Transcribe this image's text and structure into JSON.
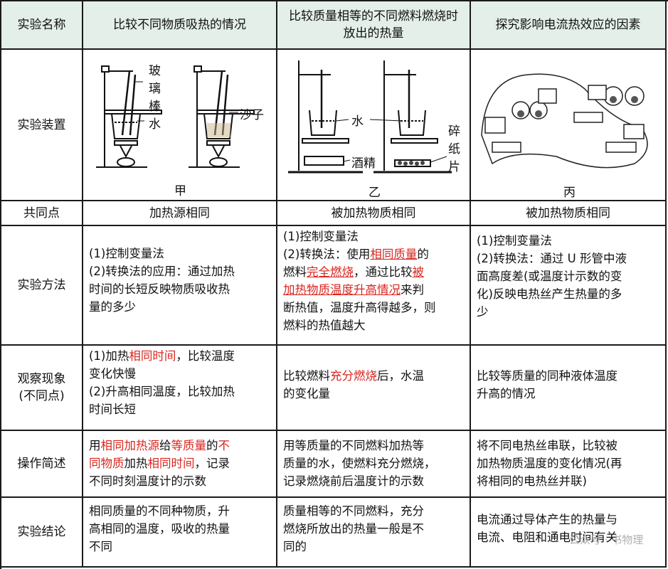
{
  "headers": {
    "col0": "实验名称",
    "col1": "比较不同物质吸热的情况",
    "col2": "比较质量相等的不同燃料燃烧时放出的热量",
    "col3": "探究影响电流热效应的因素"
  },
  "rows": {
    "apparatus": {
      "label": "实验装置",
      "fig_labels": {
        "jia": "甲",
        "yi": "乙",
        "bing": "丙"
      },
      "jia_text": {
        "boli": "玻",
        "li": "璃",
        "bang": "棒",
        "shui": "水",
        "sha": "沙子"
      },
      "yi_text": {
        "shui": "水",
        "jiujing": "酒精",
        "sui": "碎",
        "zhi": "纸",
        "pian": "片"
      }
    },
    "common": {
      "label": "共同点",
      "c1": "加热源相同",
      "c2": "被加热物质相同",
      "c3": "被加热物质相同"
    },
    "method": {
      "label": "实验方法",
      "c1": {
        "l1": "(1)控制变量法",
        "l2": "(2)转换法的应用：通过加热",
        "l3": "时间的长短反映物质吸收热",
        "l4": "量的多少"
      },
      "c2": {
        "l1": "(1)控制变量法",
        "l2a": "(2)转换法：使用",
        "l2b": "相同质量",
        "l2c": "的",
        "l3a": "燃料",
        "l3b": "完全燃烧",
        "l3c": "，通过比较",
        "l3d": "被",
        "l4a": "加热物质温度升高情况",
        "l4b": "来判",
        "l5": "断热值，温度升高得越多，则",
        "l6": "燃料的热值越大"
      },
      "c3": {
        "l1": "(1)控制变量法",
        "l2": "(2)转换法：通过 U 形管中液",
        "l3": "面高度差(或温度计示数的变",
        "l4": "化)反映电热丝产生热量的多",
        "l5": "少"
      }
    },
    "observe": {
      "label1": "观察现象",
      "label2": "(不同点)",
      "c1": {
        "l1a": "(1)加热",
        "l1b": "相同时间",
        "l1c": "，比较温度",
        "l2": "变化快慢",
        "l3": "(2)升高相同温度，比较加热",
        "l4": "时间长短"
      },
      "c2": {
        "l1a": "比较燃料",
        "l1b": "充分燃烧",
        "l1c": "后，水温",
        "l2": "的变化量"
      },
      "c3": {
        "l1": "比较等质量的同种液体温度",
        "l2": "升高的情况"
      }
    },
    "operation": {
      "label": "操作简述",
      "c1": {
        "l1a": "用",
        "l1b": "相同加热源",
        "l1c": "给",
        "l1d": "等质量",
        "l1e": "的",
        "l1f": "不",
        "l2a": "同物质",
        "l2b": "加热",
        "l2c": "相同时间",
        "l2d": "，记录",
        "l3": "不同时刻温度计的示数"
      },
      "c2": {
        "l1": "用等质量的不同燃料加热等",
        "l2": "质量的水，使燃料充分燃烧，",
        "l3": "记录燃烧前后温度计的示数"
      },
      "c3": {
        "l1": "将不同电热丝串联，比较被",
        "l2": "加热物质温度的变化情况(再",
        "l3": "将相同的电热丝并联)"
      }
    },
    "conclusion": {
      "label": "实验结论",
      "c1": {
        "l1": "相同质量的不同种物质，升",
        "l2": "高相同的温度，吸收的热量",
        "l3": "不同"
      },
      "c2": {
        "l1": "质量相等的不同燃料，充分",
        "l2": "燃烧所放出的热量一般是不",
        "l3": "同的"
      },
      "c3": {
        "l1": "电流通过导体产生的热量与",
        "l2": "电流、电阻和通电时间有关"
      }
    }
  },
  "watermark": "公众号 · 书物理",
  "colors": {
    "header_bg": "#e3efe8",
    "red": "#d8261f",
    "border": "#1a1a1a"
  }
}
